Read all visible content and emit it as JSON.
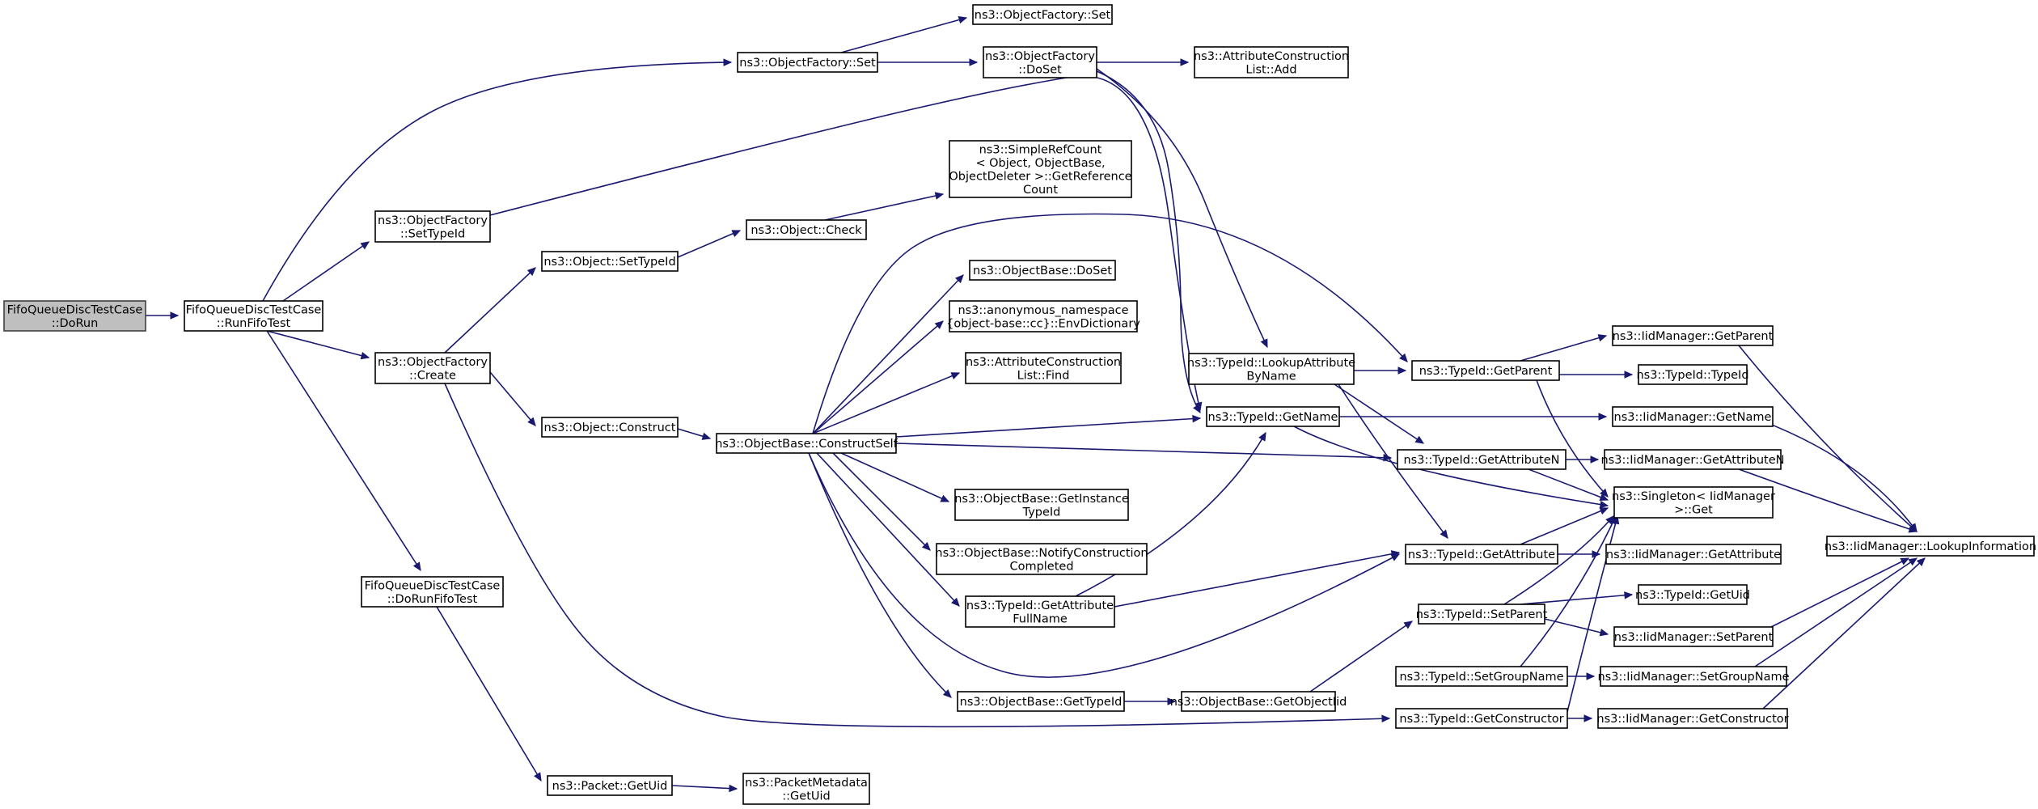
{
  "diagram": {
    "title": "",
    "colors": {
      "edge": "#191970",
      "node_border": "#000000",
      "root_fill": "#bfbfbf",
      "node_fill": "#ffffff"
    },
    "nodes": {
      "n0": {
        "lines": [
          "FifoQueueDiscTestCase",
          "::DoRun"
        ],
        "root": true
      },
      "n1": {
        "lines": [
          "FifoQueueDiscTestCase",
          "::RunFifoTest"
        ]
      },
      "n2": {
        "lines": [
          "ns3::ObjectFactory::Set"
        ]
      },
      "n3": {
        "lines": [
          "ns3::ObjectFactory::Set"
        ]
      },
      "n4": {
        "lines": [
          "ns3::ObjectFactory",
          "::DoSet"
        ]
      },
      "n5": {
        "lines": [
          "ns3::AttributeConstruction",
          "List::Add"
        ]
      },
      "n6": {
        "lines": [
          "ns3::TypeId::LookupAttribute",
          "ByName"
        ]
      },
      "n7": {
        "lines": [
          "ns3::TypeId::GetName"
        ]
      },
      "n8": {
        "lines": [
          "ns3::ObjectFactory",
          "::SetTypeId"
        ]
      },
      "n9": {
        "lines": [
          "ns3::ObjectFactory",
          "::Create"
        ]
      },
      "n10": {
        "lines": [
          "FifoQueueDiscTestCase",
          "::DoRunFifoTest"
        ]
      },
      "n11": {
        "lines": [
          "ns3::Packet::GetUid"
        ]
      },
      "n12": {
        "lines": [
          "ns3::PacketMetadata",
          "::GetUid"
        ]
      },
      "n13": {
        "lines": [
          "ns3::Object::SetTypeId"
        ]
      },
      "n14": {
        "lines": [
          "ns3::Object::Check"
        ]
      },
      "n15": {
        "lines": [
          "ns3::SimpleRefCount",
          "< Object, ObjectBase,",
          "ObjectDeleter >::GetReference",
          "Count"
        ]
      },
      "n16": {
        "lines": [
          "ns3::Object::Construct"
        ]
      },
      "n17": {
        "lines": [
          "ns3::ObjectBase::ConstructSelf"
        ]
      },
      "n18": {
        "lines": [
          "ns3::ObjectBase::DoSet"
        ]
      },
      "n19": {
        "lines": [
          "ns3::anonymous_namespace",
          "{object-base::cc}::EnvDictionary"
        ]
      },
      "n20": {
        "lines": [
          "ns3::AttributeConstruction",
          "List::Find"
        ]
      },
      "n21": {
        "lines": [
          "ns3::ObjectBase::GetInstance",
          "TypeId"
        ]
      },
      "n22": {
        "lines": [
          "ns3::ObjectBase::NotifyConstruction",
          "Completed"
        ]
      },
      "n23": {
        "lines": [
          "ns3::TypeId::GetAttribute",
          "FullName"
        ]
      },
      "n24": {
        "lines": [
          "ns3::ObjectBase::GetTypeId"
        ]
      },
      "n25": {
        "lines": [
          "ns3::ObjectBase::GetObjectIid"
        ]
      },
      "n26": {
        "lines": [
          "ns3::TypeId::GetParent"
        ]
      },
      "n27": {
        "lines": [
          "ns3::TypeId::GetAttributeN"
        ]
      },
      "n28": {
        "lines": [
          "ns3::TypeId::GetAttribute"
        ]
      },
      "n29": {
        "lines": [
          "ns3::TypeId::SetParent"
        ]
      },
      "n30": {
        "lines": [
          "ns3::TypeId::SetGroupName"
        ]
      },
      "n31": {
        "lines": [
          "ns3::TypeId::GetConstructor"
        ]
      },
      "n32": {
        "lines": [
          "ns3::IidManager::GetParent"
        ]
      },
      "n33": {
        "lines": [
          "ns3::TypeId::TypeId"
        ]
      },
      "n34": {
        "lines": [
          "ns3::IidManager::GetName"
        ]
      },
      "n35": {
        "lines": [
          "ns3::IidManager::GetAttributeN"
        ]
      },
      "n36": {
        "lines": [
          "ns3::Singleton< IidManager",
          ">::Get"
        ]
      },
      "n37": {
        "lines": [
          "ns3::IidManager::GetAttribute"
        ]
      },
      "n38": {
        "lines": [
          "ns3::TypeId::GetUid"
        ]
      },
      "n39": {
        "lines": [
          "ns3::IidManager::SetParent"
        ]
      },
      "n40": {
        "lines": [
          "ns3::IidManager::SetGroupName"
        ]
      },
      "n41": {
        "lines": [
          "ns3::IidManager::GetConstructor"
        ]
      },
      "n42": {
        "lines": [
          "ns3::IidManager::LookupInformation"
        ]
      }
    }
  }
}
